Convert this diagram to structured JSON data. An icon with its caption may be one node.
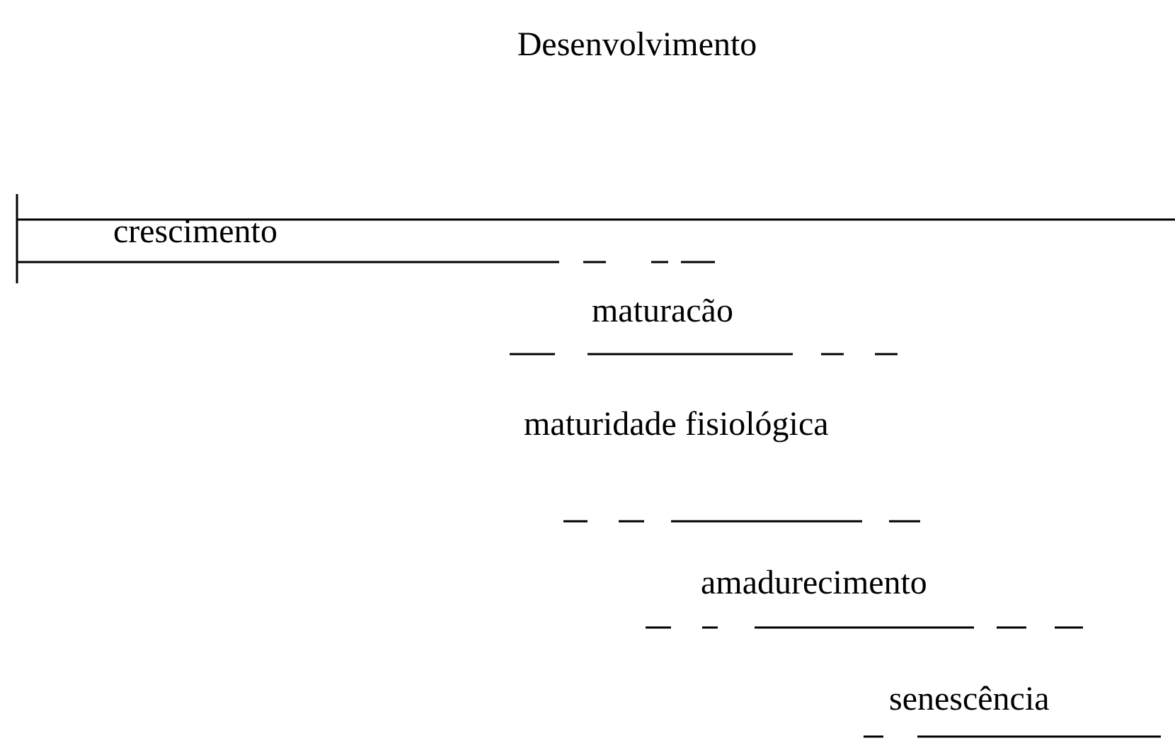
{
  "diagram": {
    "title": "Desenvolvimento",
    "labels": [
      "crescimento",
      "maturacão",
      "maturidade fisiológica",
      "amadurecimento",
      "senescência"
    ]
  }
}
